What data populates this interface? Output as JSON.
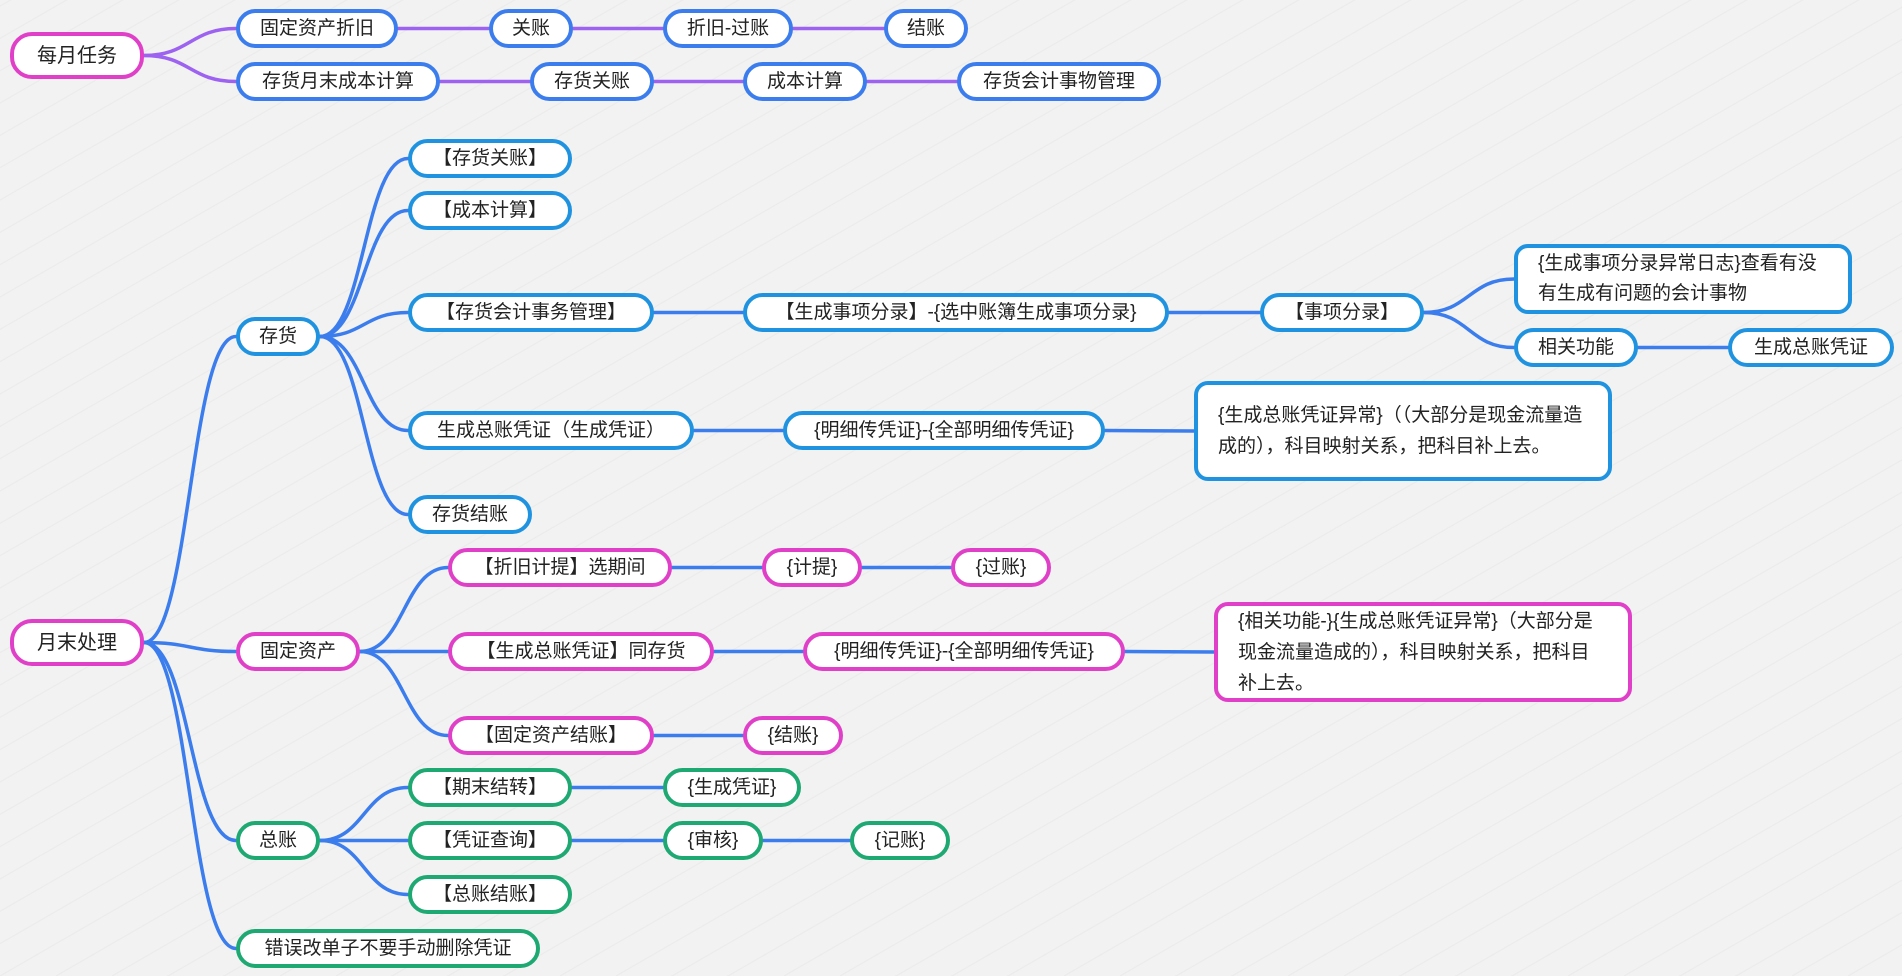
{
  "colors": {
    "pink": "#e040c8",
    "blue": "#3b7ded",
    "lightblue": "#1f93e0",
    "green": "#1ea872",
    "purple_link": "#9d62f0",
    "blue_link": "#3b7ded"
  },
  "nodes": {
    "monthly_tasks": "每月任务",
    "fa_depreciation": "固定资产折旧",
    "close_books_1": "关账",
    "depreciation_posting": "折旧-过账",
    "closing_1": "结账",
    "inventory_month_cost": "存货月末成本计算",
    "inventory_close": "存货关账",
    "cost_calc": "成本计算",
    "inventory_acct_mgmt": "存货会计事物管理",
    "month_end": "月末处理",
    "inventory": "存货",
    "inv_close_b": "【存货关账】",
    "cost_calc_b": "【成本计算】",
    "inv_acct_affairs": "【存货会计事务管理】",
    "gen_item_entries": "【生成事项分录】-{选中账簿生成事项分录}",
    "item_entries": "【事项分录】",
    "entry_error_log": "{生成事项分录异常日志}查看有没有生成有问题的会计事物",
    "related_func": "相关功能",
    "gen_gl_voucher_1": "生成总账凭证",
    "gen_gl_voucher_gen": "生成总账凭证（生成凭证）",
    "detail_voucher_1": "{明细传凭证}-{全部明细传凭证}",
    "gl_voucher_error_1": "{生成总账凭证异常}（（大部分是现金流量造成的），科目映射关系，把科目补上去。",
    "inv_closing": "存货结账",
    "fixed_assets": "固定资产",
    "depr_accrual": "【折旧计提】选期间",
    "accrual": "{计提}",
    "posting": "{过账}",
    "gen_gl_same": "【生成总账凭证】同存货",
    "detail_voucher_2": "{明细传凭证}-{全部明细传凭证}",
    "gl_voucher_error_2": "{相关功能-}{生成总账凭证异常}（大部分是现金流量造成的），科目映射关系，把科目补上去。",
    "fa_closing": "【固定资产结账】",
    "closing_2": "{结账}",
    "general_ledger": "总账",
    "period_transfer": "【期末结转】",
    "gen_voucher": "{生成凭证}",
    "voucher_query": "【凭证查询】",
    "audit": "{审核}",
    "bookkeeping": "{记账}",
    "gl_closing": "【总账结账】",
    "error_note": "错误改单子不要手动删除凭证"
  }
}
